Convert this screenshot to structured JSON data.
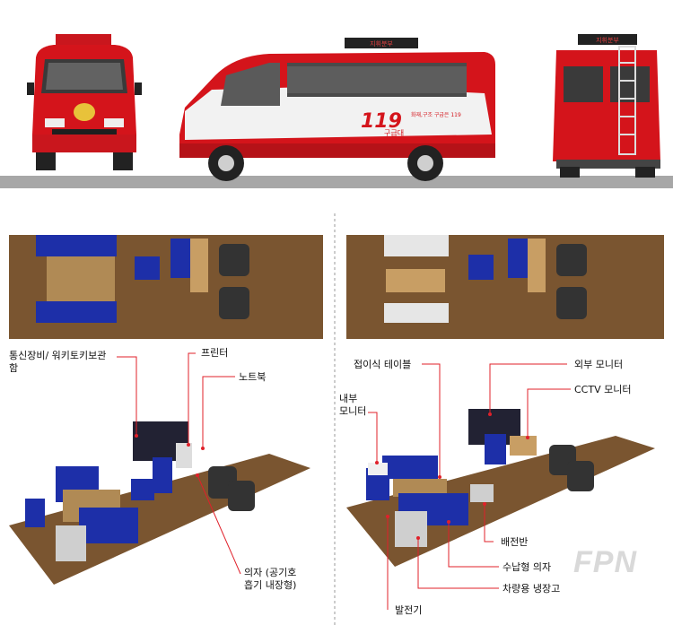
{
  "vehicle": {
    "roof_sign": "지휘분부",
    "side_number": "119",
    "side_unit": "구급대",
    "side_phone": "화재,구조 구급은 119",
    "rear_sign": "지휘분부"
  },
  "left_labels": {
    "comm": "통신장비/ 워키토키보관함",
    "printer": "프린터",
    "laptop": "노트북",
    "chair": "의자 (공기호흡기 내장형)"
  },
  "right_labels": {
    "folding_table": "접이식 테이블",
    "internal_monitor": "내부 모니터",
    "external_monitor": "외부 모니터",
    "cctv_monitor": "CCTV 모니터",
    "distribution_panel": "배전반",
    "storage_chair": "수납형 의자",
    "fridge": "차량용 냉장고",
    "generator": "발전기"
  },
  "watermark": "FPN",
  "colors": {
    "body_red": "#d4141b",
    "leader": "#e0202a",
    "floor_wood": "#7a5530",
    "seat_blue": "#1d2fa8"
  }
}
